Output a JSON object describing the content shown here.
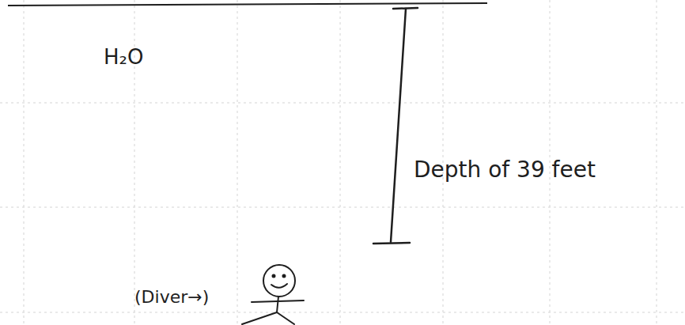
{
  "diagram": {
    "labels": [
      "H₂O",
      "Depth of 39 feet",
      "(Diver→)"
    ]
  }
}
